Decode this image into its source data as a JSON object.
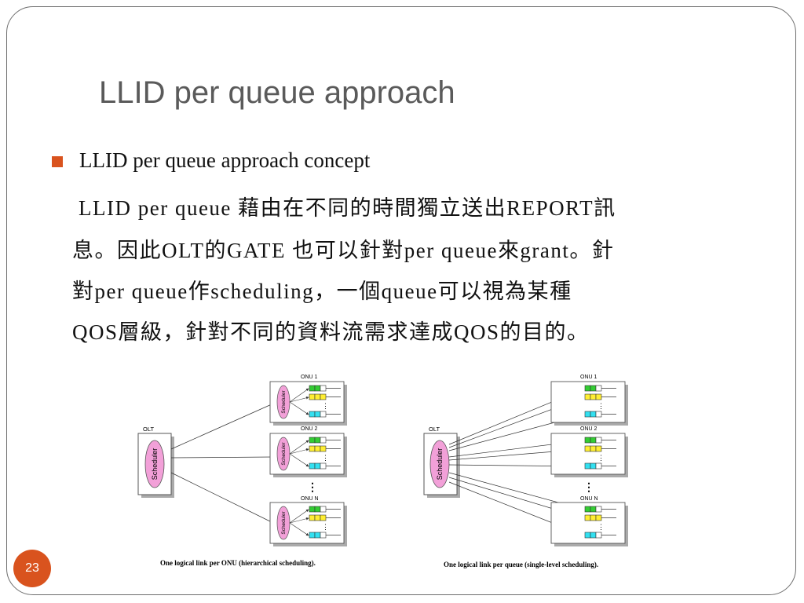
{
  "slide": {
    "title": "LLID per queue approach",
    "bullet": "LLID per queue approach concept",
    "paragraph_lines": [
      "LLID per queue 藉由在不同的時間獨立送出REPORT訊",
      "息。因此OLT的GATE 也可以針對per queue來grant。針",
      "對per queue作scheduling，一個queue可以視為某種",
      "QOS層級，針對不同的資料流需求達成QOS的目的。"
    ],
    "page_number": "23"
  },
  "diagrams": {
    "left": {
      "olt_label": "OLT",
      "scheduler_label": "Scheduler",
      "onu_labels": [
        "ONU 1",
        "ONU 2",
        "ONU N"
      ],
      "ellipsis": "⋮",
      "caption": "One logical link per ONU (hierarchical scheduling)."
    },
    "right": {
      "olt_label": "OLT",
      "scheduler_label": "Scheduler",
      "onu_labels": [
        "ONU 1",
        "ONU 2",
        "ONU N"
      ],
      "ellipsis": "⋮",
      "caption": "One logical link per queue (single-level scheduling)."
    }
  },
  "colors": {
    "accent": "#d9531e",
    "scheduler_fill": "#f2a0d8",
    "queue_green": "#33cc33",
    "queue_yellow": "#ffee33",
    "queue_cyan": "#33e0f0"
  }
}
